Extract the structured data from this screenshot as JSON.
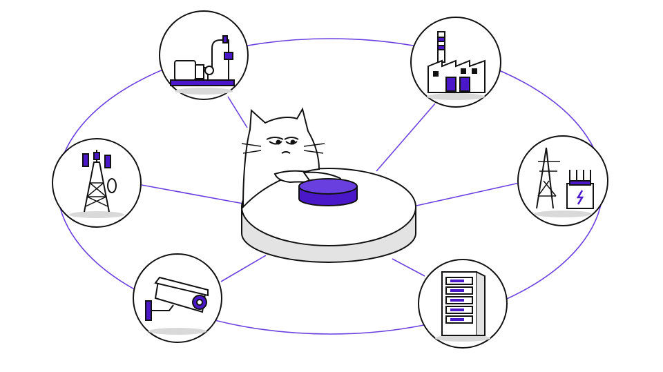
{
  "colors": {
    "accent": "#4a17c9",
    "link_line": "#6a3fe0",
    "outline": "#111111",
    "platform_side": "#e3e3e3",
    "shadow": "#d9d9d9",
    "background": "#ffffff"
  },
  "nodes": [
    {
      "name": "pump-station",
      "icon": "pump-icon"
    },
    {
      "name": "factory",
      "icon": "factory-icon"
    },
    {
      "name": "cell-tower",
      "icon": "antenna-tower-icon"
    },
    {
      "name": "power-substation",
      "icon": "power-line-transformer-icon"
    },
    {
      "name": "security-camera",
      "icon": "cctv-camera-icon"
    },
    {
      "name": "server-rack",
      "icon": "server-rack-icon"
    }
  ],
  "center": {
    "character": "cat",
    "object": "big-button-platform"
  }
}
